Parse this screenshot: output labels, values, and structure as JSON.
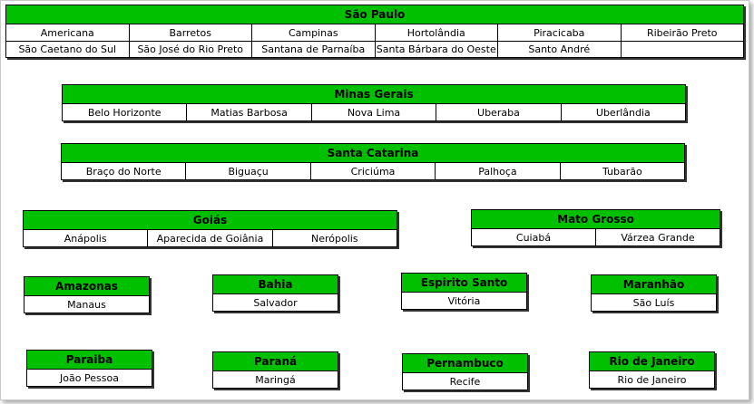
{
  "tables": {
    "sao_paulo": {
      "title": "São Paulo",
      "rows": [
        [
          "Americana",
          "Barretos",
          "Campinas",
          "Hortolândia",
          "Piracicaba",
          "Ribeirão Preto"
        ],
        [
          "São Caetano do Sul",
          "São José do Rio Preto",
          "Santana de Parnaíba",
          "Santa Bárbara do Oeste",
          "Santo André",
          ""
        ]
      ]
    },
    "minas_gerais": {
      "title": "Minas Gerais",
      "rows": [
        [
          "Belo Horizonte",
          "Matias Barbosa",
          "Nova Lima",
          "Uberaba",
          "Uberlândia"
        ]
      ]
    },
    "santa_catarina": {
      "title": "Santa Catarina",
      "rows": [
        [
          "Braço do Norte",
          "Biguaçu",
          "Criciúma",
          "Palhoça",
          "Tubarão"
        ]
      ]
    },
    "goias": {
      "title": "Goiás",
      "rows": [
        [
          "Anápolis",
          "Aparecida de Goiânia",
          "Nerópolis"
        ]
      ]
    },
    "mato_grosso": {
      "title": "Mato Grosso",
      "rows": [
        [
          "Cuiabá",
          "Várzea Grande"
        ]
      ]
    },
    "amazonas": {
      "title": "Amazonas",
      "rows": [
        [
          "Manaus"
        ]
      ]
    },
    "bahia": {
      "title": "Bahia",
      "rows": [
        [
          "Salvador"
        ]
      ]
    },
    "espirito_santo": {
      "title": "Espirito Santo",
      "rows": [
        [
          "Vitória"
        ]
      ]
    },
    "maranhao": {
      "title": "Maranhão",
      "rows": [
        [
          "São Luís"
        ]
      ]
    },
    "paraiba": {
      "title": "Paraiba",
      "rows": [
        [
          "João Pessoa"
        ]
      ]
    },
    "parana": {
      "title": "Paraná",
      "rows": [
        [
          "Maringá"
        ]
      ]
    },
    "pernambuco": {
      "title": "Pernambuco",
      "rows": [
        [
          "Recife"
        ]
      ]
    },
    "rio_de_janeiro": {
      "title": "Rio de Janeiro",
      "rows": [
        [
          "Rio de Janeiro"
        ]
      ]
    }
  }
}
